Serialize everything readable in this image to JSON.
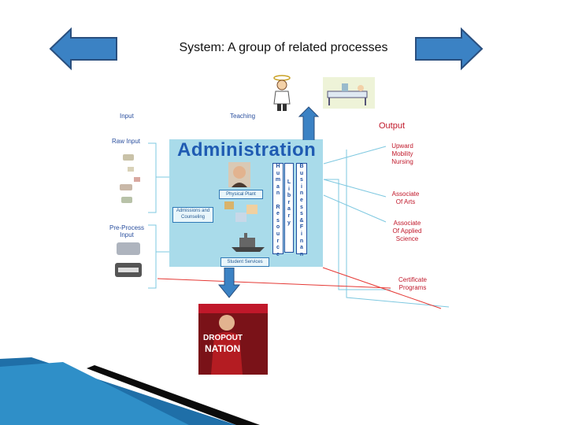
{
  "title": "System: A group of related processes",
  "nav": {
    "prev_icon": "arrow-left-icon",
    "next_icon": "arrow-right-icon",
    "color": "#3b82c4"
  },
  "left_labels": {
    "input": "Input",
    "raw_input": "Raw Input",
    "pre_process": "Pre-Process\nInput"
  },
  "teaching": "Teaching",
  "admin": {
    "title": "Administration",
    "physical_plant": "Physical Plant",
    "admissions": "Admissions and\nCounseling",
    "student_services": "Student Services",
    "human_resources": "Human Resources",
    "library": "Library",
    "business_finance": "Business & Finance"
  },
  "output": {
    "title": "Output",
    "items": [
      "Upward\nMobility\nNursing",
      "Associate\nOf Arts",
      "Associate\nOf Applied\nScience",
      "Certificate\nPrograms"
    ]
  },
  "magazine": {
    "title_line1": "DROPOUT",
    "title_line2": "NATION"
  },
  "colors": {
    "input_label": "#2a4f9e",
    "output_label": "#c0182a",
    "connector": "#7ec8e0",
    "flow_arrow": "#3b82c4",
    "panel": "#a9dbea"
  }
}
